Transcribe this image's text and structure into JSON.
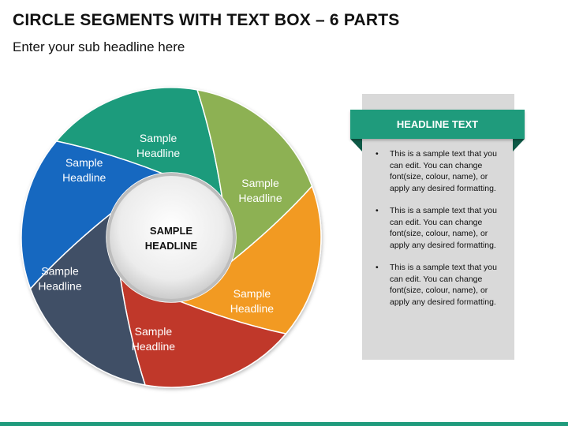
{
  "header": {
    "title": "CIRCLE SEGMENTS WITH TEXT BOX – 6 PARTS",
    "subtitle": "Enter your sub headline here"
  },
  "diagram": {
    "center_label_line1": "SAMPLE",
    "center_label_line2": "HEADLINE",
    "segments": [
      {
        "line1": "Sample",
        "line2": "Headline",
        "color": "#1a9b7c"
      },
      {
        "line1": "Sample",
        "line2": "Headline",
        "color": "#8db153"
      },
      {
        "line1": "Sample",
        "line2": "Headline",
        "color": "#f29a23"
      },
      {
        "line1": "Sample",
        "line2": "Headline",
        "color": "#c0392b"
      },
      {
        "line1": "Sample",
        "line2": "Headline",
        "color": "#3f5066"
      },
      {
        "line1": "Sample",
        "line2": "Headline",
        "color": "#1567c0"
      }
    ]
  },
  "textbox": {
    "headline": "HEADLINE TEXT",
    "bullet_char": "•",
    "bullets": [
      "This is a sample text that you can edit. You can change font(size, colour, name), or apply any desired formatting.",
      "This is a sample text that you can edit. You can change font(size, colour, name), or apply any desired formatting.",
      "This is a sample text that you can edit. You can change font(size, colour, name), or apply any desired formatting."
    ]
  },
  "colors": {
    "accent": "#1f9b7c",
    "panel": "#d9d9d9"
  }
}
